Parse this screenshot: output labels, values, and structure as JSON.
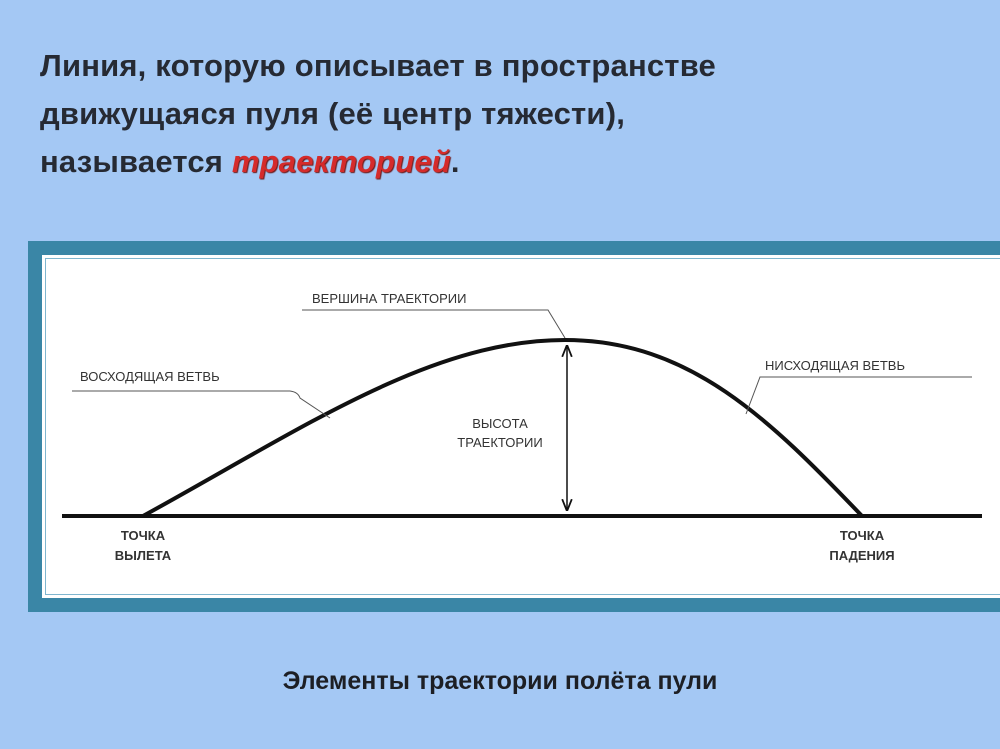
{
  "title": {
    "line1": "Линия, которую описывает в пространстве",
    "line2": "движущаяся пуля (её центр тяжести),",
    "line3_prefix": "называется ",
    "line3_accent": "траекторией",
    "line3_suffix": "."
  },
  "diagram": {
    "apex_label": "ВЕРШИНА ТРАЕКТОРИИ",
    "ascending_label": "ВОСХОДЯЩАЯ ВЕТВЬ",
    "descending_label": "НИСХОДЯЩАЯ ВЕТВЬ",
    "height_label_1": "ВЫСОТА",
    "height_label_2": "ТРАЕКТОРИИ",
    "launch_label_1": "ТОЧКА",
    "launch_label_2": "ВЫЛЕТА",
    "impact_label_1": "ТОЧКА",
    "impact_label_2": "ПАДЕНИЯ"
  },
  "caption": "Элементы траектории полёта пули",
  "colors": {
    "background": "#a4c8f4",
    "frame": "#3a86a6",
    "accent": "#d52b2b"
  }
}
